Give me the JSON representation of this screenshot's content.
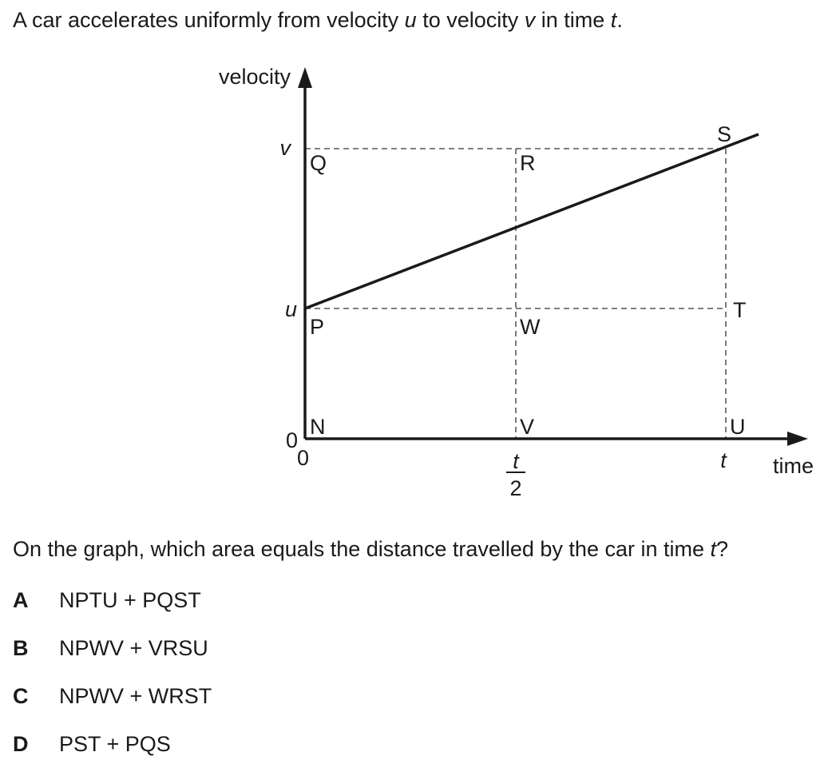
{
  "intro": {
    "text_before_u": "A car accelerates uniformly from velocity ",
    "u": "u",
    "text_to": " to velocity ",
    "v": "v",
    "text_in_time": " in time ",
    "t": "t",
    "period": "."
  },
  "diagram": {
    "y_axis_label": "velocity",
    "x_axis_label": "time",
    "origin_y_label": "0",
    "origin_x_label": "0",
    "y_tick_v": "v",
    "y_tick_u": "u",
    "x_tick_half_num": "t",
    "x_tick_half_den": "2",
    "x_tick_t": "t",
    "points": {
      "N": "N",
      "P": "P",
      "Q": "Q",
      "R": "R",
      "S": "S",
      "T": "T",
      "U": "U",
      "V": "V",
      "W": "W"
    }
  },
  "question": {
    "text": "On the graph, which area equals the distance travelled by the car in time ",
    "t": "t",
    "end": "?"
  },
  "options": [
    {
      "letter": "A",
      "text": "NPTU + PQST"
    },
    {
      "letter": "B",
      "text": "NPWV + VRSU"
    },
    {
      "letter": "C",
      "text": "NPWV + WRST"
    },
    {
      "letter": "D",
      "text": "PST + PQS"
    }
  ]
}
